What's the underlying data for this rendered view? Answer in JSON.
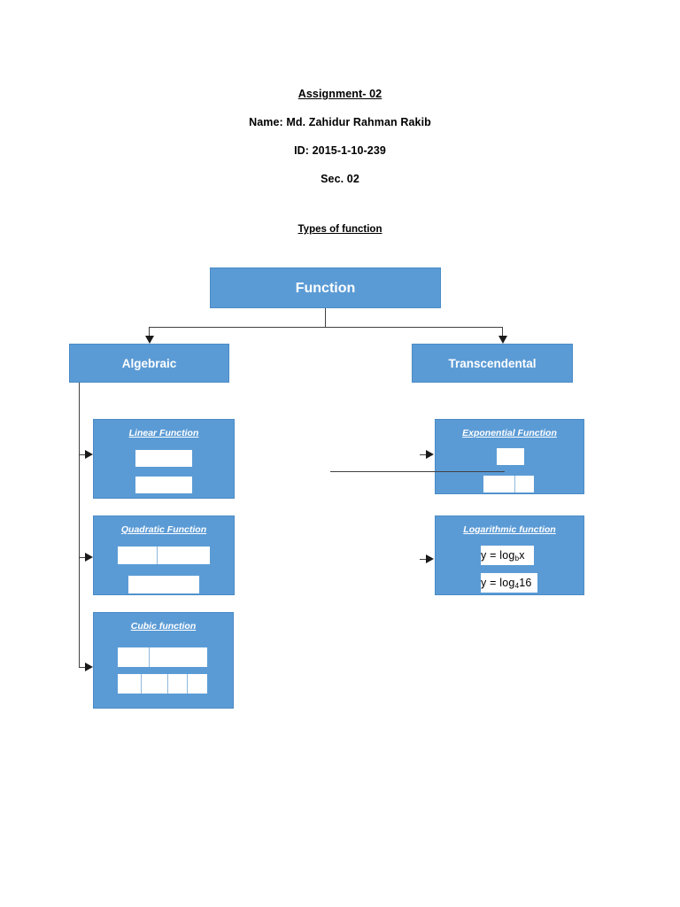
{
  "header": {
    "title": "Assignment- 02",
    "name": "Name: Md. Zahidur Rahman Rakib",
    "id": "ID: 2015-1-10-239",
    "section": "Sec. 02"
  },
  "section_title": "Types of function",
  "colors": {
    "node_fill": "#5B9BD5",
    "node_border": "#4A8BC6",
    "node_text": "#FFFFFF",
    "connector": "#404040",
    "page_background": "#FFFFFF"
  },
  "diagram": {
    "root": {
      "label": "Function"
    },
    "branches": [
      {
        "label": "Algebraic"
      },
      {
        "label": "Transcendental"
      }
    ],
    "algebraic_children": [
      {
        "label": "Linear Function",
        "rows": [
          {
            "cells": [
              ""
            ]
          },
          {
            "cells": [
              ""
            ]
          }
        ]
      },
      {
        "label": "Quadratic Function",
        "rows": [
          {
            "cells": [
              "",
              ""
            ]
          },
          {
            "cells": [
              ""
            ]
          }
        ]
      },
      {
        "label": "Cubic function",
        "rows": [
          {
            "cells": [
              "",
              ""
            ]
          },
          {
            "cells": [
              "",
              "",
              "",
              ""
            ]
          }
        ]
      }
    ],
    "transcendental_children": [
      {
        "label": "Exponential Function",
        "rows": [
          {
            "cells": [
              ""
            ]
          },
          {
            "cells": [
              "",
              ""
            ]
          }
        ]
      },
      {
        "label": "Logarithmic function",
        "rows": [
          {
            "cells": [
              "y = logbx"
            ]
          },
          {
            "cells": [
              "y = log 416"
            ]
          }
        ]
      }
    ],
    "formulas": {
      "log_general": "y = log",
      "log_general_base": "b",
      "log_general_arg": "x",
      "log_example": "y = log",
      "log_example_base": "4",
      "log_example_arg": "16"
    }
  }
}
